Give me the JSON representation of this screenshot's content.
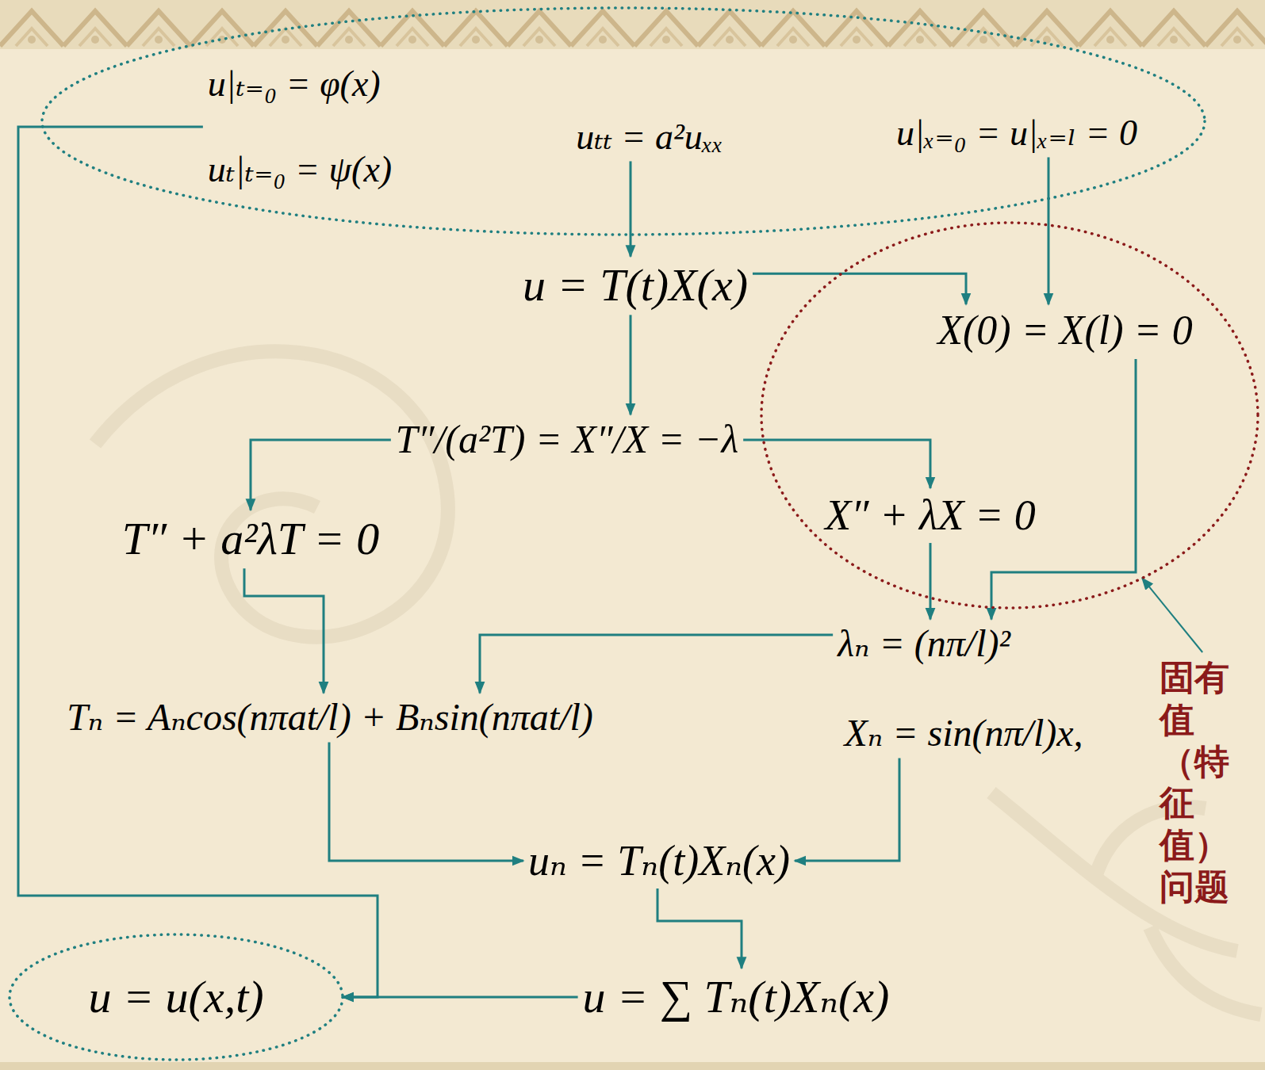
{
  "diagram": {
    "nodes": [
      {
        "text": []
      },
      {
        "text": [
          "u|ₜ₌₀ = φ(x)",
          "uₜ|ₜ₌₀ = ψ(x)"
        ],
        "in": 0
      },
      {
        "text": [
          "uₜₜ = a²uₓₓ"
        ],
        "in": 0
      },
      {
        "text": [
          "u|ₓ₌₀ = u|ₓ₌ₗ = 0"
        ],
        "in": 0
      },
      {
        "text": [
          "u = T(t)X(x)"
        ]
      },
      {
        "text": []
      },
      {
        "text": [
          "X(0) = X(l) = 0"
        ],
        "in": 5
      },
      {
        "text": [
          "T″/(a²T) = X″/X = −λ"
        ]
      },
      {
        "text": [
          "T″ + a²λT = 0"
        ]
      },
      {
        "text": [
          "X″ + λX = 0"
        ],
        "in": 5
      },
      {
        "text": [
          "λₙ = (nπ/l)²"
        ]
      },
      {
        "text": [
          "Tₙ = Aₙcos(nπat/l) + Bₙsin(nπat/l)"
        ]
      },
      {
        "text": [
          "Xₙ = sin(nπ/l)x,"
        ]
      },
      {
        "text": [
          "uₙ = Tₙ(t)Xₙ(x)"
        ]
      },
      {
        "text": [
          "u = ∑ Tₙ(t)Xₙ(x)"
        ]
      },
      {
        "text": [
          "u = u(x,t)"
        ]
      },
      {
        "text": [
          "固有值（特征值）问题"
        ]
      }
    ],
    "edges": [
      {
        "from": 2,
        "to": 4,
        "arrow": "to"
      },
      {
        "from": 3,
        "to": 6,
        "arrow": "to"
      },
      {
        "from": 4,
        "to": 6,
        "arrow": "to"
      },
      {
        "from": 4,
        "to": 7,
        "arrow": "to"
      },
      {
        "from": 7,
        "to": 8,
        "arrow": "to"
      },
      {
        "from": 7,
        "to": 9,
        "arrow": "to"
      },
      {
        "from": 9,
        "to": 10,
        "arrow": "to"
      },
      {
        "from": 6,
        "to": 10,
        "arrow": "to"
      },
      {
        "from": 8,
        "to": 11,
        "arrow": "to"
      },
      {
        "from": 10,
        "to": 11,
        "arrow": "to"
      },
      {
        "from": 11,
        "to": 13,
        "arrow": "to"
      },
      {
        "from": 12,
        "to": 13,
        "arrow": "to"
      },
      {
        "from": 13,
        "to": 14,
        "arrow": "to"
      },
      {
        "from": 1,
        "to": 15,
        "arrow": "to"
      },
      {
        "from": 14,
        "to": 15,
        "arrow": "to"
      },
      {
        "from": 16,
        "to": 5,
        "arrow": "to"
      }
    ]
  }
}
